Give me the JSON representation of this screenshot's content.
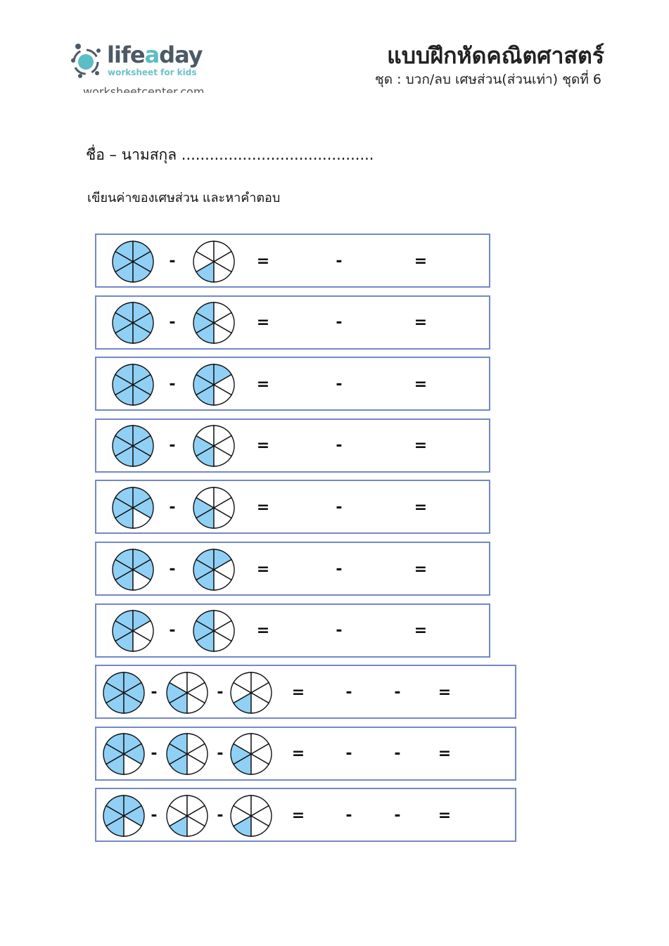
{
  "header": {
    "logo_main": "life",
    "logo_accent": "a",
    "logo_end": "day",
    "logo_tagline": "worksheet for kids",
    "watermark": "worksheetcenter.com",
    "title": "แบบฝึกหัดคณิตศาสตร์",
    "subtitle": "ชุด : บวก/ลบ เศษส่วน(ส่วนเท่า) ชุดที่ 6"
  },
  "student": {
    "name_line": "ชื่อ – นามสกุล ........................................."
  },
  "instruction": "เขียนค่าของเศษส่วน และหาคำตอบ",
  "symbols": {
    "minus": "-",
    "equals": "="
  },
  "colors": {
    "fill": "#90d0f5",
    "box_border": "#7388c8",
    "stroke": "#111111"
  },
  "problems": [
    {
      "fractions": [
        {
          "shaded": 6,
          "parts": 6
        },
        {
          "shaded": 1,
          "parts": 6
        }
      ]
    },
    {
      "fractions": [
        {
          "shaded": 6,
          "parts": 6
        },
        {
          "shaded": 3,
          "parts": 6
        }
      ]
    },
    {
      "fractions": [
        {
          "shaded": 6,
          "parts": 6
        },
        {
          "shaded": 4,
          "parts": 6
        }
      ]
    },
    {
      "fractions": [
        {
          "shaded": 6,
          "parts": 6
        },
        {
          "shaded": 2,
          "parts": 6
        }
      ]
    },
    {
      "fractions": [
        {
          "shaded": 5,
          "parts": 6
        },
        {
          "shaded": 2,
          "parts": 6
        }
      ]
    },
    {
      "fractions": [
        {
          "shaded": 5,
          "parts": 6
        },
        {
          "shaded": 4,
          "parts": 6
        }
      ]
    },
    {
      "fractions": [
        {
          "shaded": 4,
          "parts": 6
        },
        {
          "shaded": 3,
          "parts": 6
        }
      ]
    },
    {
      "fractions": [
        {
          "shaded": 6,
          "parts": 6
        },
        {
          "shaded": 2,
          "parts": 6
        },
        {
          "shaded": 1,
          "parts": 6
        }
      ]
    },
    {
      "fractions": [
        {
          "shaded": 5,
          "parts": 6
        },
        {
          "shaded": 3,
          "parts": 6
        },
        {
          "shaded": 2,
          "parts": 6
        }
      ]
    },
    {
      "fractions": [
        {
          "shaded": 5,
          "parts": 6
        },
        {
          "shaded": 1,
          "parts": 6
        },
        {
          "shaded": 1,
          "parts": 6
        }
      ]
    }
  ]
}
